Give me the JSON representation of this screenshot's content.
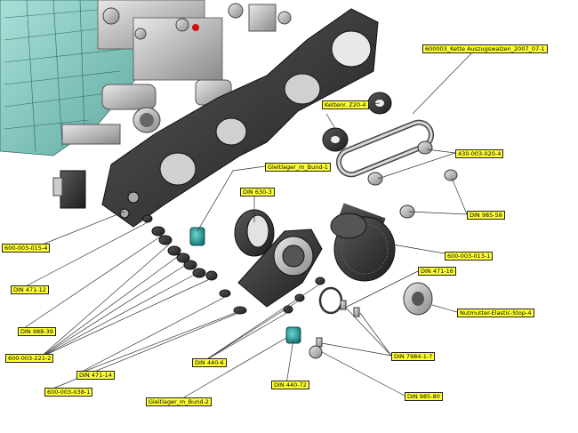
{
  "labels": {
    "chain_part": "600003_Kette Auszugswalzen_2007_07-1",
    "kettenr": "Kettenr. Z20-4",
    "part_430": "430-003-020-4",
    "din985_58": "DIN 985-58",
    "gleitlager_bund_1": "Gleitlager_m_Bund-1",
    "din630": "DIN 630-3",
    "part_013": "600-003-013-1",
    "part_015": "600-003-015-4",
    "din471_16": "DIN 471-16",
    "nutmutter": "Nutmutter-Elastic-Stop-4",
    "din471_12": "DIN 471-12",
    "din988": "DIN 988-39",
    "part_221": "600-003-221-2",
    "din440_6": "DIN 440-6",
    "din7984": "DIN 7984-1-7",
    "din471_14": "DIN 471-14",
    "part_038": "600-003-038-1",
    "din440_72": "DIN 440-72",
    "din985_80": "DIN 985-80",
    "gleitlager_bund_2": "Gleitlager_m_Bund-2"
  },
  "colors": {
    "label_bg": "#ffff33",
    "leader": "#333333",
    "teal": "#7ec8c0",
    "dark_metal": "#3a3a3a",
    "light_metal": "#c8c8c8",
    "accent_red": "#d01010"
  }
}
